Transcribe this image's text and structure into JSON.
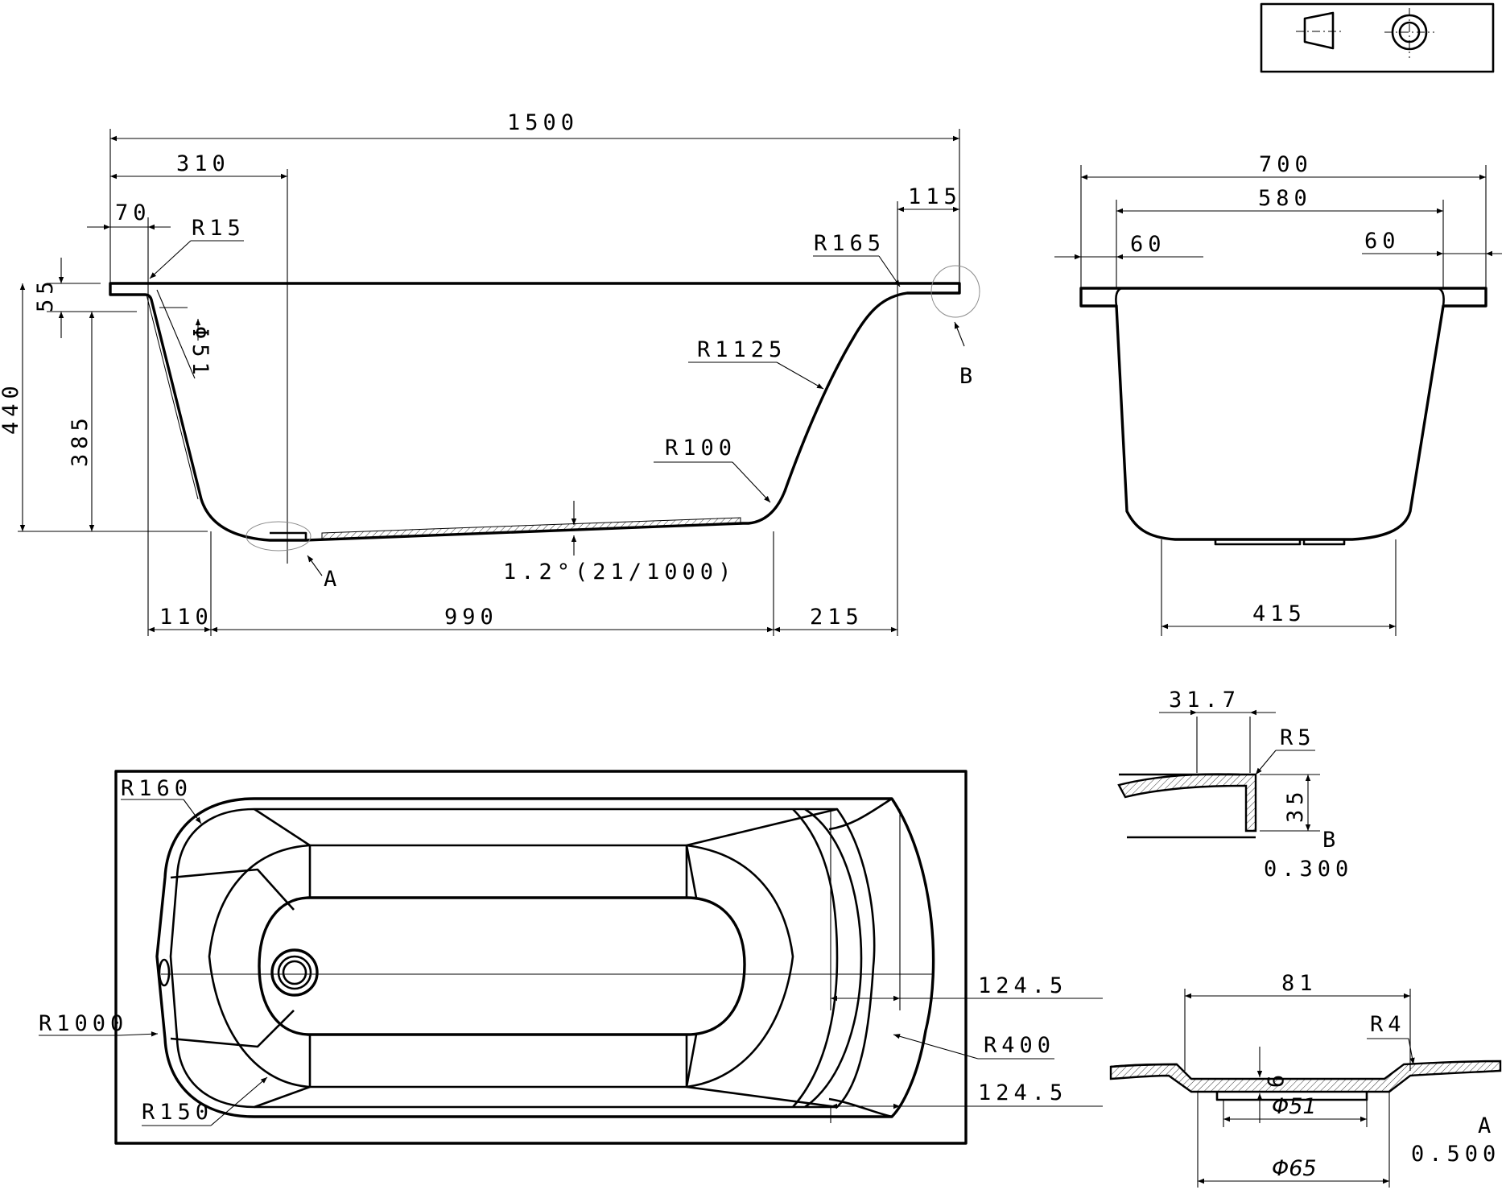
{
  "projection_symbol": {
    "name": "first-angle-projection"
  },
  "side_view": {
    "dims": {
      "total_length": "1500",
      "d310": "310",
      "d70": "70",
      "r15": "R15",
      "d115": "115",
      "r165": "R165",
      "d55": "55",
      "d440": "440",
      "d385": "385",
      "phi51": "Φ51",
      "r1125": "R1125",
      "r100": "R100",
      "slope": "1.2°(21/1000)",
      "d110": "110",
      "d990": "990",
      "d215": "215"
    },
    "callouts": {
      "a": "A",
      "b": "B"
    }
  },
  "end_view": {
    "dims": {
      "width": "700",
      "inner": "580",
      "left_rim": "60",
      "right_rim": "60",
      "bottom": "415"
    }
  },
  "top_view": {
    "dims": {
      "r160": "R160",
      "r1000": "R1000",
      "r150": "R150",
      "r400": "R400",
      "d124_5_top": "124.5",
      "d124_5_bottom": "124.5"
    }
  },
  "detail_b": {
    "dims": {
      "d31_7": "31.7",
      "r5": "R5",
      "d35": "35"
    },
    "label": "B",
    "scale": "0.300"
  },
  "detail_a": {
    "dims": {
      "d81": "81",
      "r4": "R4",
      "d9": "9",
      "phi51": "Φ51",
      "phi65": "Φ65"
    },
    "label": "A",
    "scale": "0.500"
  }
}
